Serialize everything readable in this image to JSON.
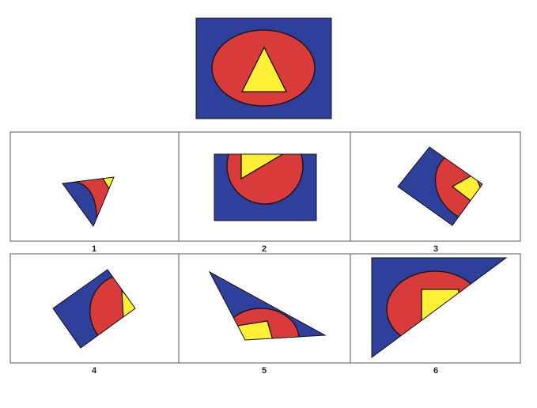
{
  "colors": {
    "blue": "#2f3f9c",
    "red": "#d93a3a",
    "yellow": "#fff035",
    "stroke": "#111111",
    "frame": "#5a5a5a"
  },
  "options": [
    {
      "label": "1"
    },
    {
      "label": "2"
    },
    {
      "label": "3"
    },
    {
      "label": "4"
    },
    {
      "label": "5"
    },
    {
      "label": "6"
    }
  ]
}
